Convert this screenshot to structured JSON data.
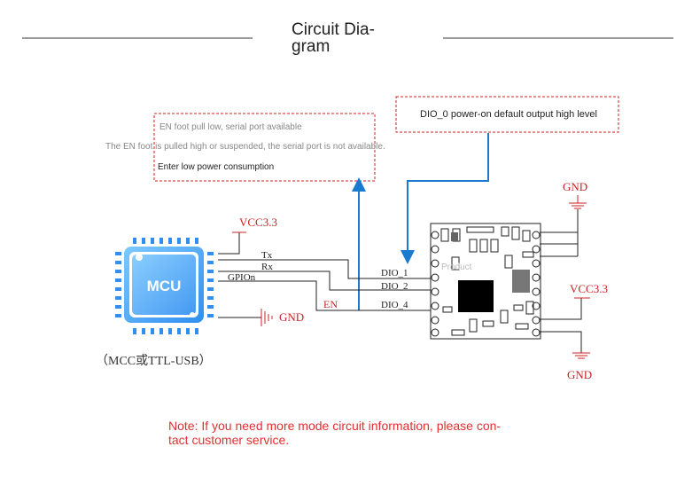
{
  "header": {
    "title_line1": "Circuit Dia-",
    "title_line2": "gram"
  },
  "notes": {
    "en_line1": "EN foot pull low, serial port available",
    "en_line2": "The EN foot is pulled high or suspended, the serial port is not available.",
    "en_line3": "Enter low power consumption",
    "dio0": "DIO_0 power-on default output high level"
  },
  "mcu": {
    "label": "MCU",
    "caption": "（MCC或TTL-USB）",
    "vcc": "VCC3.3",
    "gnd": "GND",
    "pin_tx": "Tx",
    "pin_rx": "Rx",
    "pin_gpio": "GPIOn",
    "pin_en": "EN"
  },
  "module": {
    "watermark": "Product",
    "dio1": "DIO_1",
    "dio2": "DIO_2",
    "dio4": "DIO_4",
    "gnd_top": "GND",
    "vcc": "VCC3.3",
    "gnd_bottom": "GND"
  },
  "footer": {
    "note_line1": "Note: If you need more mode circuit information, please con-",
    "note_line2": "tact customer service."
  },
  "colors": {
    "red": "#cc2222",
    "blue": "#1a7ad0",
    "mcu_blue": "#2f8ef0",
    "wire": "#222222"
  }
}
